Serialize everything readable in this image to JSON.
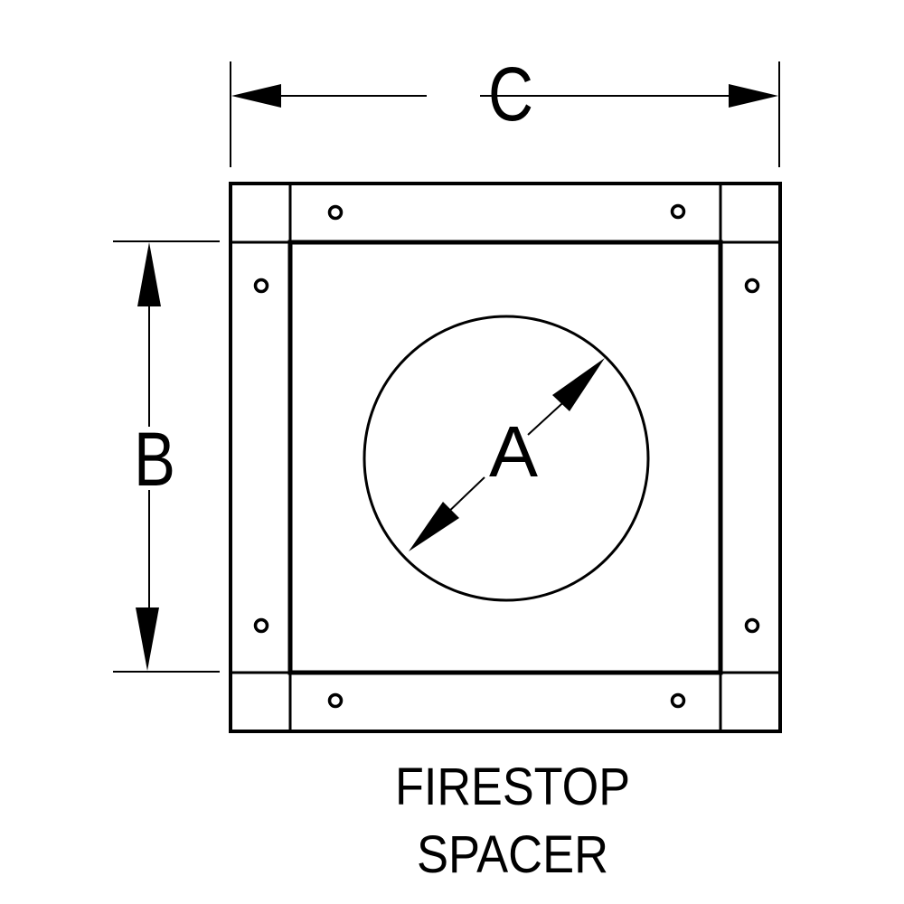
{
  "diagram": {
    "title": "FIRESTOP SPACER",
    "caption_lines": [
      "FIRESTOP",
      "SPACER"
    ],
    "line_color": "#000000",
    "background": "#ffffff",
    "dimensions": {
      "A": {
        "label": "A",
        "description": "diameter of center opening"
      },
      "B": {
        "label": "B",
        "description": "inner square height"
      },
      "C": {
        "label": "C",
        "description": "overall width"
      }
    },
    "parts": {
      "outer_plate": "square plate",
      "flanges": [
        "top",
        "bottom",
        "left",
        "right"
      ],
      "corner_tabs": 4,
      "mounting_holes": 8,
      "center_opening": "circle"
    }
  }
}
